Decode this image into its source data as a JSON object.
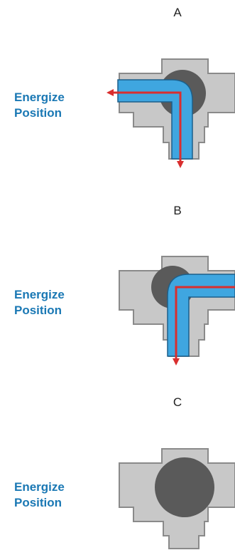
{
  "colors": {
    "valve_body": "#c8c8c8",
    "valve_outline": "#8a8a8a",
    "ball": "#5a5a5a",
    "passage": "#3fa6e0",
    "flow_arrow": "#d92e2e",
    "label_text": "#1a78b4"
  },
  "diagrams": [
    {
      "letter": "A",
      "label_line1": "Energize",
      "label_line2": "Position",
      "flow": "left-to-bottom"
    },
    {
      "letter": "B",
      "label_line1": "Energize",
      "label_line2": "Position",
      "flow": "right-to-bottom"
    },
    {
      "letter": "C",
      "label_line1": "Energize",
      "label_line2": "Position",
      "flow": "closed"
    }
  ]
}
